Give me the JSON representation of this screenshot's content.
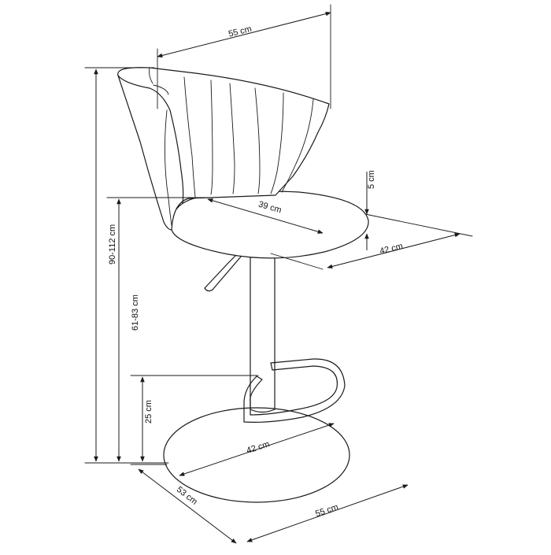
{
  "product": "bar stool",
  "dimensions": {
    "top_width": "55 cm",
    "total_height": "90-112 cm",
    "seat_height": "61-83 cm",
    "footrest_height": "25 cm",
    "seat_thickness": "5 cm",
    "seat_width": "39 cm",
    "seat_depth": "42 cm",
    "base_diameter": "42 cm",
    "base_depth": "53 cm",
    "base_width": "55 cm"
  },
  "colors": {
    "line": "#1a1a1a",
    "background": "#ffffff"
  }
}
